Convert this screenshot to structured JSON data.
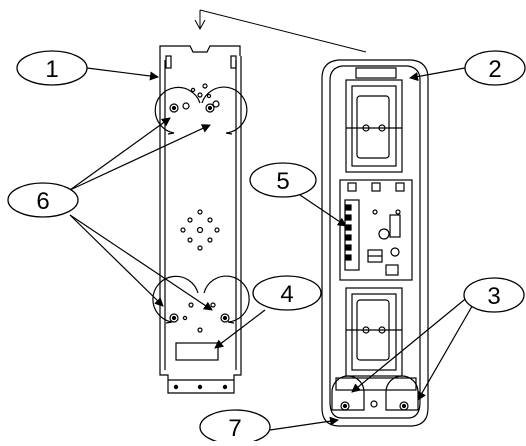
{
  "callouts": [
    {
      "id": "1",
      "label": "1"
    },
    {
      "id": "2",
      "label": "2"
    },
    {
      "id": "3",
      "label": "3"
    },
    {
      "id": "4",
      "label": "4"
    },
    {
      "id": "5",
      "label": "5"
    },
    {
      "id": "6",
      "label": "6"
    },
    {
      "id": "7",
      "label": "7"
    }
  ],
  "colors": {
    "stroke": "#000000",
    "fill": "#ffffff"
  }
}
